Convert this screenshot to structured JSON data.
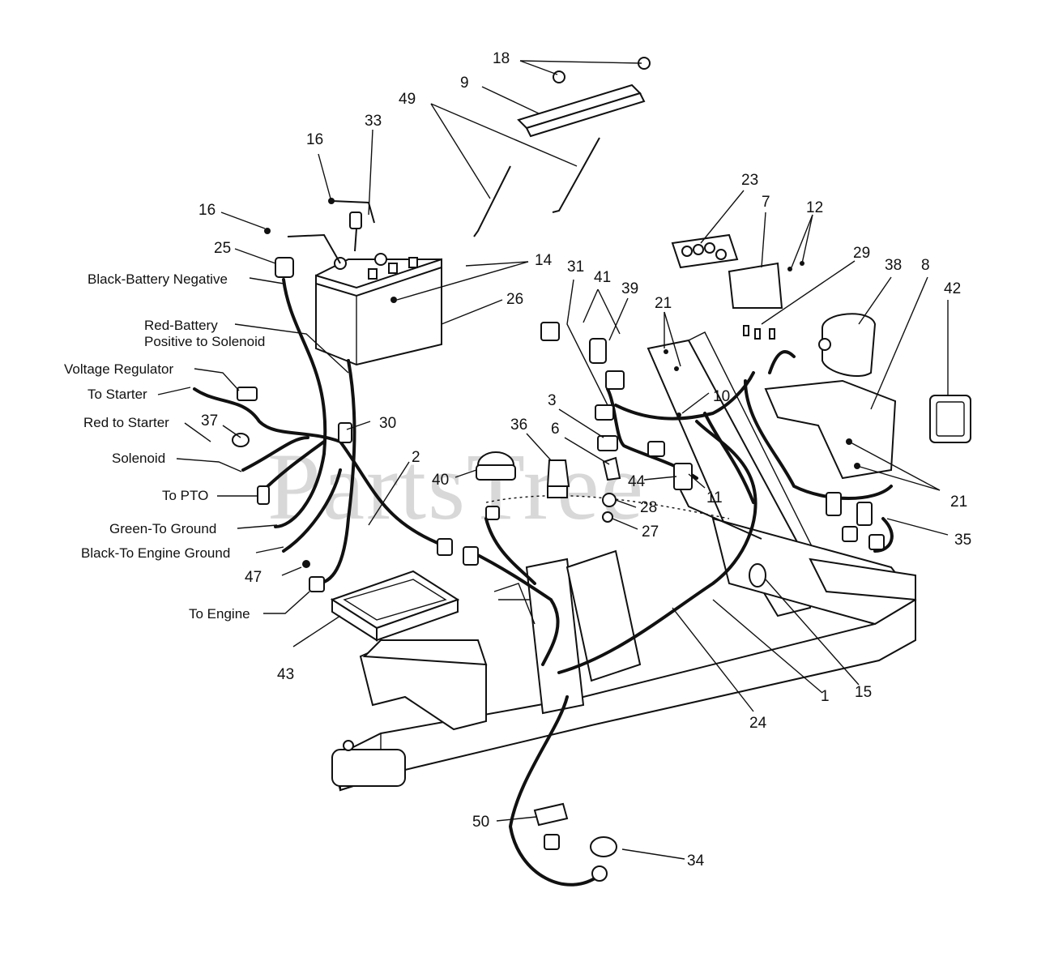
{
  "watermark": "PartsTree",
  "callouts": [
    "18",
    "9",
    "49",
    "33",
    "16",
    "16",
    "25",
    "14",
    "26",
    "23",
    "7",
    "12",
    "29",
    "38",
    "8",
    "42",
    "31",
    "41",
    "39",
    "21",
    "10",
    "3",
    "36",
    "6",
    "44",
    "11",
    "21",
    "35",
    "30",
    "2",
    "37",
    "40",
    "28",
    "27",
    "47",
    "43",
    "24",
    "1",
    "15",
    "50",
    "34"
  ],
  "descriptions": {
    "black_battery_negative": "Black-Battery Negative",
    "red_battery_line1": "Red-Battery",
    "red_battery_line2": "Positive to Solenoid",
    "voltage_regulator": "Voltage Regulator",
    "to_starter": "To Starter",
    "red_to_starter": "Red to Starter",
    "solenoid": "Solenoid",
    "to_pto": "To PTO",
    "green_to_ground": "Green-To Ground",
    "black_to_engine_ground": "Black-To Engine Ground",
    "to_engine": "To Engine"
  }
}
